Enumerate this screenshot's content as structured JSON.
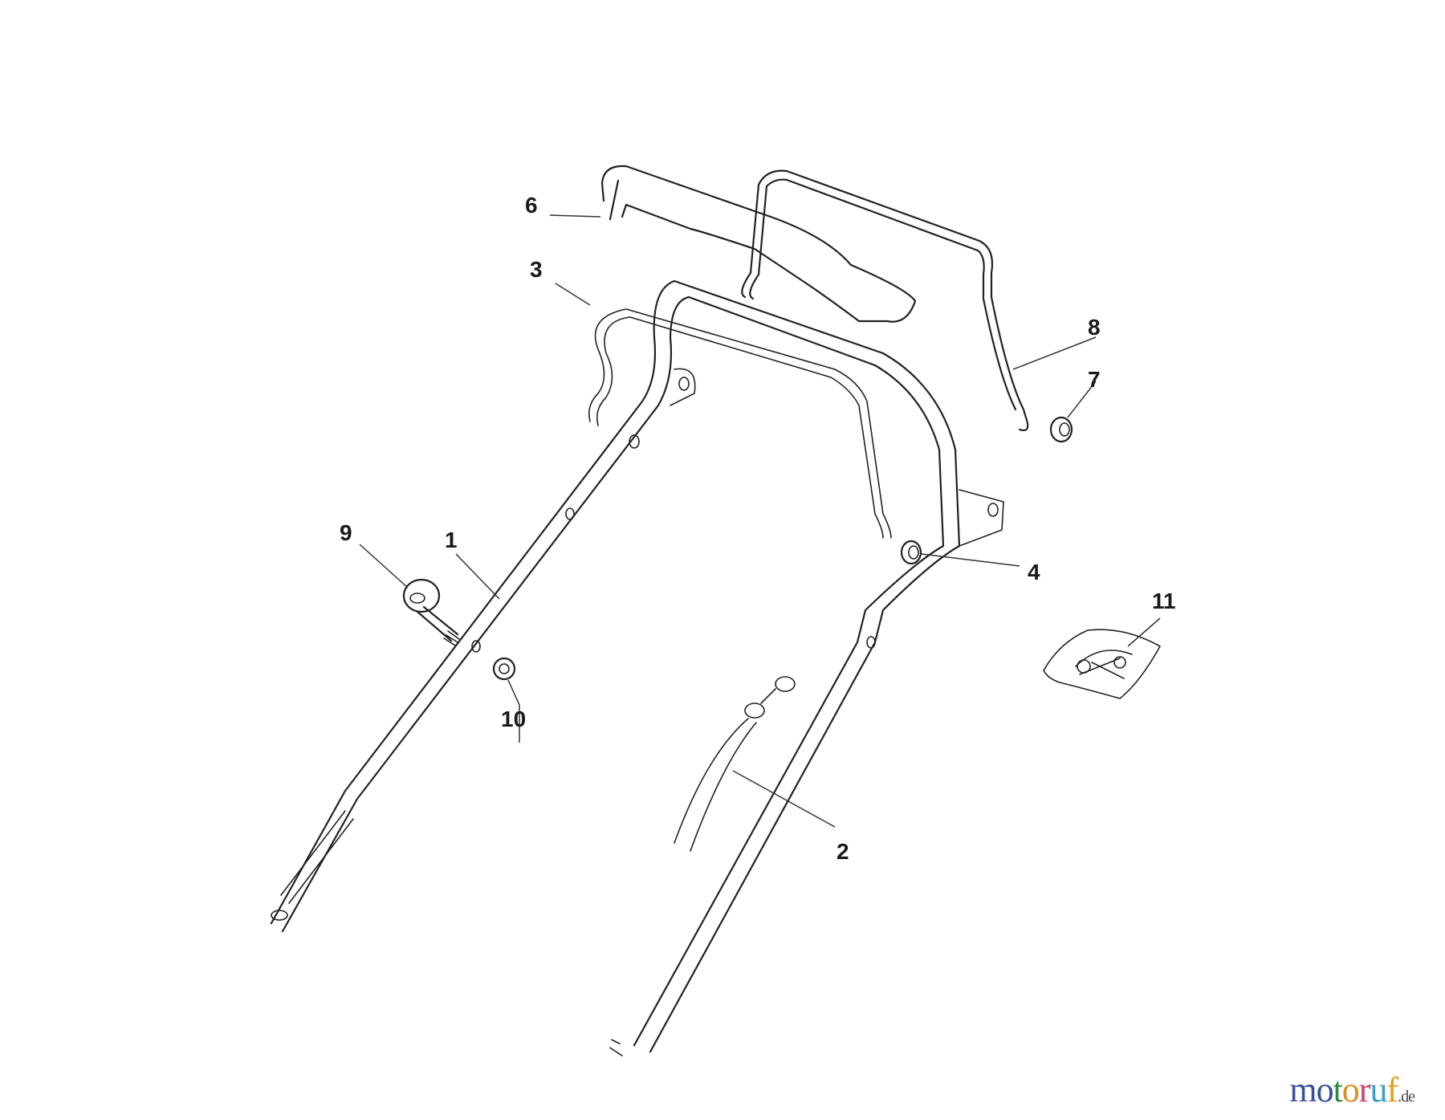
{
  "diagram": {
    "type": "exploded-parts-diagram",
    "subject": "lawn mower handle assembly",
    "callouts": [
      {
        "id": "1",
        "label": "1",
        "part": "lower-handle-tube-left"
      },
      {
        "id": "2",
        "label": "2",
        "part": "control-cable"
      },
      {
        "id": "3",
        "label": "3",
        "part": "wire-guide-bar"
      },
      {
        "id": "4",
        "label": "4",
        "part": "bushing"
      },
      {
        "id": "6",
        "label": "6",
        "part": "upper-handle-grip"
      },
      {
        "id": "7",
        "label": "7",
        "part": "bushing"
      },
      {
        "id": "8",
        "label": "8",
        "part": "control-lever-bail"
      },
      {
        "id": "9",
        "label": "9",
        "part": "eye-bolt-with-knob"
      },
      {
        "id": "10",
        "label": "10",
        "part": "nut"
      },
      {
        "id": "11",
        "label": "11",
        "part": "hardware-bag"
      }
    ]
  },
  "watermark": {
    "letters": [
      "m",
      "o",
      "t",
      "o",
      "r",
      "u",
      "f"
    ],
    "colors": [
      "#3a4fa0",
      "#3a4fa0",
      "#2a8a3a",
      "#d89020",
      "#d04070",
      "#3aa0c8",
      "#e0a020"
    ],
    "suffix": ".de"
  }
}
